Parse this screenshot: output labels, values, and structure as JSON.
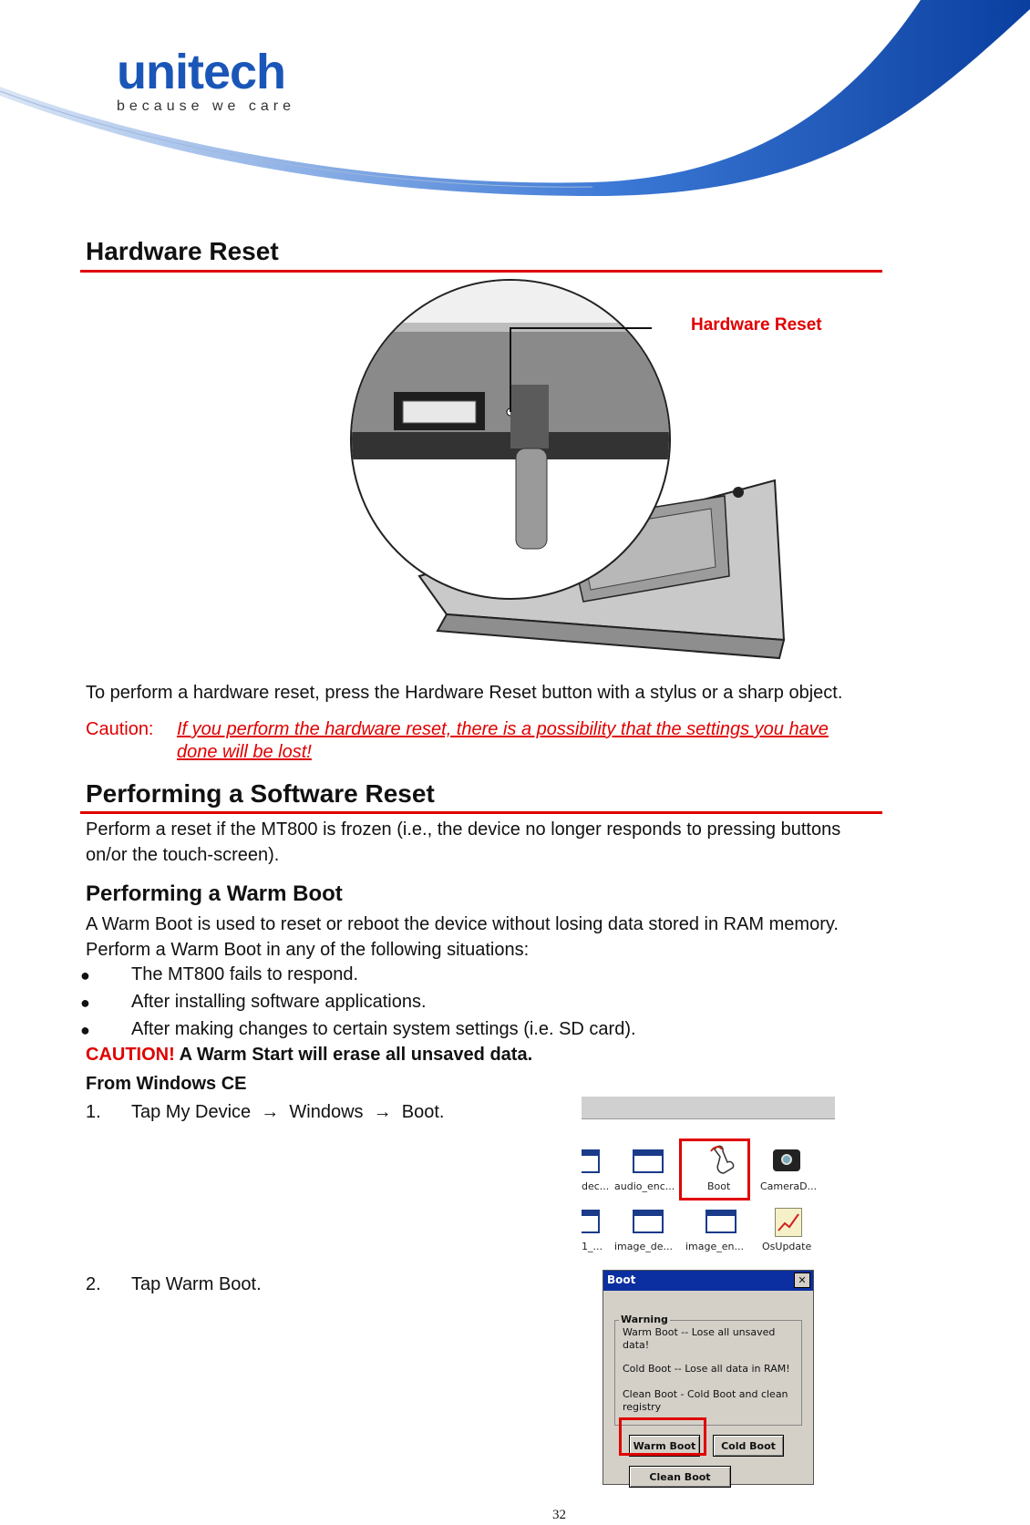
{
  "header": {
    "brand": "unitech",
    "tagline": "because we care"
  },
  "hardware_reset": {
    "title": "Hardware Reset",
    "callout_label": "Hardware Reset",
    "description": "To perform a hardware reset, press the Hardware Reset button with a stylus or a sharp object.",
    "caution_label": "Caution:",
    "caution_line1": "If you perform the hardware reset, there is a possibility that the settings you have",
    "caution_line2": "done will be lost!"
  },
  "software_reset": {
    "title": "Performing a Software Reset",
    "description_line1": "Perform a reset if the MT800 is frozen (i.e., the device no longer responds to pressing buttons",
    "description_line2": "on/or the touch-screen)."
  },
  "warm_boot": {
    "title": "Performing a Warm Boot",
    "intro_line1": "A Warm Boot is used to reset or reboot the device without losing data stored in RAM memory.",
    "intro_line2": "Perform a Warm Boot in any of the following situations:",
    "bullets": [
      "The MT800 fails to respond.",
      "After installing software applications.",
      "After making changes to certain system settings (i.e. SD card)."
    ],
    "caution_word": "CAUTION!",
    "caution_text": " A Warm Start will erase all unsaved data.",
    "subheading": "From Windows CE",
    "steps": [
      {
        "num": "1.",
        "text": "Tap My Device  →  Windows  →  Boot."
      },
      {
        "num": "2.",
        "text": "Tap Warm Boot."
      }
    ]
  },
  "screenshot_icons": {
    "row1": [
      "dec...",
      "audio_enc...",
      "Boot",
      "CameraD..."
    ],
    "row2": [
      "1_...",
      "image_de...",
      "image_en...",
      "OsUpdate"
    ]
  },
  "boot_dialog": {
    "title": "Boot",
    "close": "✕",
    "group_label": "Warning",
    "line1": "Warm Boot -- Lose all unsaved",
    "line2": "data!",
    "line3": "Cold Boot -- Lose all data in RAM!",
    "line4": "Clean Boot - Cold Boot and clean",
    "line5": "registry",
    "warm_button": "Warm Boot",
    "cold_button": "Cold Boot",
    "clean_button": "Clean Boot"
  },
  "footer": {
    "page_number": "32"
  },
  "colors": {
    "accent_red": "#e00000",
    "brand_blue": "#1a56b8"
  }
}
